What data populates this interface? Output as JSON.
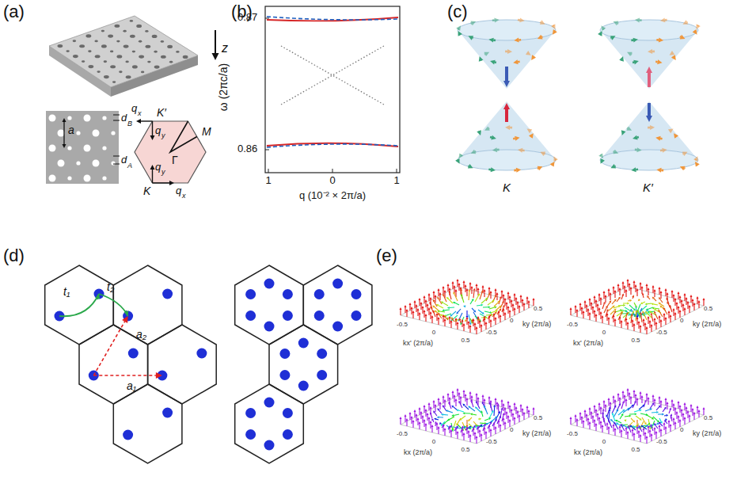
{
  "diagram": {
    "labels": [
      "(a)",
      "z",
      "a",
      "d",
      "B",
      "d",
      "A",
      "K′",
      "q",
      "x",
      "q",
      "y",
      "Γ",
      "M",
      "q",
      "y",
      "K",
      "q",
      "x",
      "(b)",
      "ω (2πc/a)",
      "0.87",
      "0.86",
      "1",
      "0",
      "1",
      "q (10⁻² × 2π/a)",
      "(c)",
      "K",
      "K′",
      "(d)",
      "t₁",
      "t₂",
      "a₂",
      "a₁",
      "(e)",
      "kx' (2π/a)",
      "ky (2π/a)",
      "-0.5",
      "0",
      "0.5",
      "-0.5",
      "0",
      "0.5",
      "kx' (2π/a)",
      "ky (2π/a)",
      "-0.5",
      "0",
      "0.5",
      "-0.5",
      "0",
      "0.5",
      "kx (2π/a)",
      "ky (2π/a)",
      "-0.5",
      "0",
      "0.5",
      "-0.5",
      "0",
      "0.5",
      "kx (2π/a)",
      "ky (2π/a)",
      "-0.5",
      "0",
      "0.5",
      "-0.5",
      "0",
      "0.5"
    ]
  }
}
